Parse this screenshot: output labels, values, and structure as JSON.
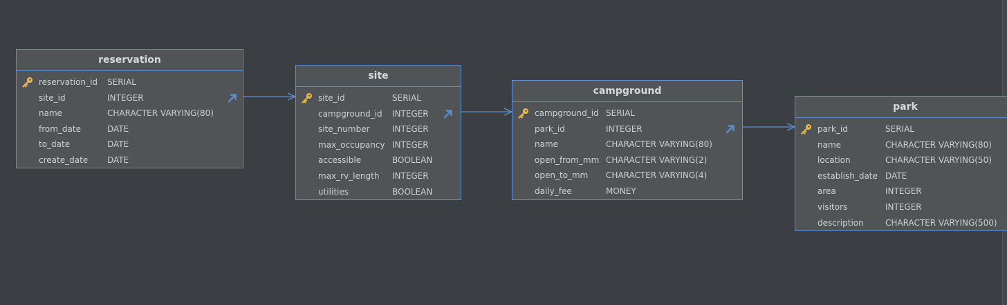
{
  "tables": [
    {
      "title": "reservation",
      "columns": [
        {
          "name": "reservation_id",
          "type": "SERIAL",
          "pk": true
        },
        {
          "name": "site_id",
          "type": "INTEGER",
          "fk": true
        },
        {
          "name": "name",
          "type": "CHARACTER VARYING(80)"
        },
        {
          "name": "from_date",
          "type": "DATE"
        },
        {
          "name": "to_date",
          "type": "DATE"
        },
        {
          "name": "create_date",
          "type": "DATE"
        }
      ]
    },
    {
      "title": "site",
      "columns": [
        {
          "name": "site_id",
          "type": "SERIAL",
          "pk": true
        },
        {
          "name": "campground_id",
          "type": "INTEGER",
          "fk": true
        },
        {
          "name": "site_number",
          "type": "INTEGER"
        },
        {
          "name": "max_occupancy",
          "type": "INTEGER"
        },
        {
          "name": "accessible",
          "type": "BOOLEAN"
        },
        {
          "name": "max_rv_length",
          "type": "INTEGER"
        },
        {
          "name": "utilities",
          "type": "BOOLEAN"
        }
      ]
    },
    {
      "title": "campground",
      "columns": [
        {
          "name": "campground_id",
          "type": "SERIAL",
          "pk": true
        },
        {
          "name": "park_id",
          "type": "INTEGER",
          "fk": true
        },
        {
          "name": "name",
          "type": "CHARACTER VARYING(80)"
        },
        {
          "name": "open_from_mm",
          "type": "CHARACTER VARYING(2)"
        },
        {
          "name": "open_to_mm",
          "type": "CHARACTER VARYING(4)"
        },
        {
          "name": "daily_fee",
          "type": "MONEY"
        }
      ]
    },
    {
      "title": "park",
      "columns": [
        {
          "name": "park_id",
          "type": "SERIAL",
          "pk": true
        },
        {
          "name": "name",
          "type": "CHARACTER VARYING(80)"
        },
        {
          "name": "location",
          "type": "CHARACTER VARYING(50)"
        },
        {
          "name": "establish_date",
          "type": "DATE"
        },
        {
          "name": "area",
          "type": "INTEGER"
        },
        {
          "name": "visitors",
          "type": "INTEGER"
        },
        {
          "name": "description",
          "type": "CHARACTER VARYING(500)"
        }
      ]
    }
  ],
  "colors": {
    "background": "#3b3e42",
    "table_fill": "#515457",
    "table_border": "#5d8fd0",
    "connector": "#5d8fd0",
    "key_icon": "#e8b84a",
    "text": "#cdd0d3"
  },
  "icons": {
    "primary_key": "key-icon",
    "foreign_key": "foreign-key-arrow-icon"
  }
}
